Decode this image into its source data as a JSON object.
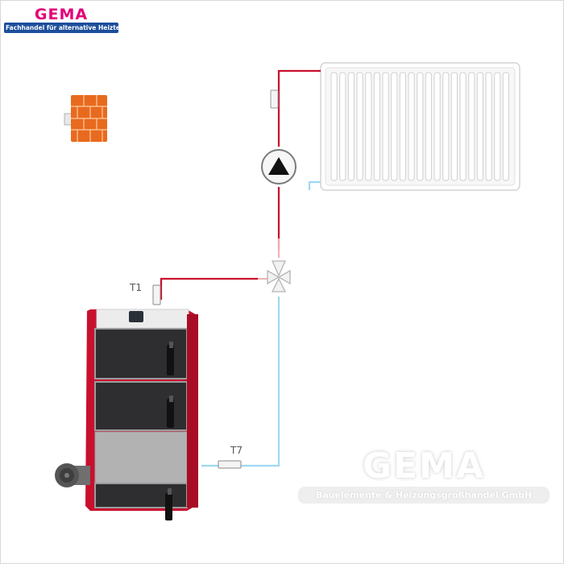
{
  "logo": {
    "word": "GEMA",
    "tagline": "Fachhandel für alternative Heiztechnik",
    "word_color": "#e2007a",
    "tagline_bg": "#1c4e9c"
  },
  "sensors": {
    "t1_label": "T1",
    "t7_label": "T7"
  },
  "watermark": {
    "word": "GEMA",
    "tagline": "Bauelemente & Heizungsgroßhandel GmbH"
  },
  "colors": {
    "flow_pipe": "#c8102e",
    "return_pipe": "#9fd8f0",
    "boiler_body": "#c8102e",
    "brick": "#e86a1e"
  }
}
